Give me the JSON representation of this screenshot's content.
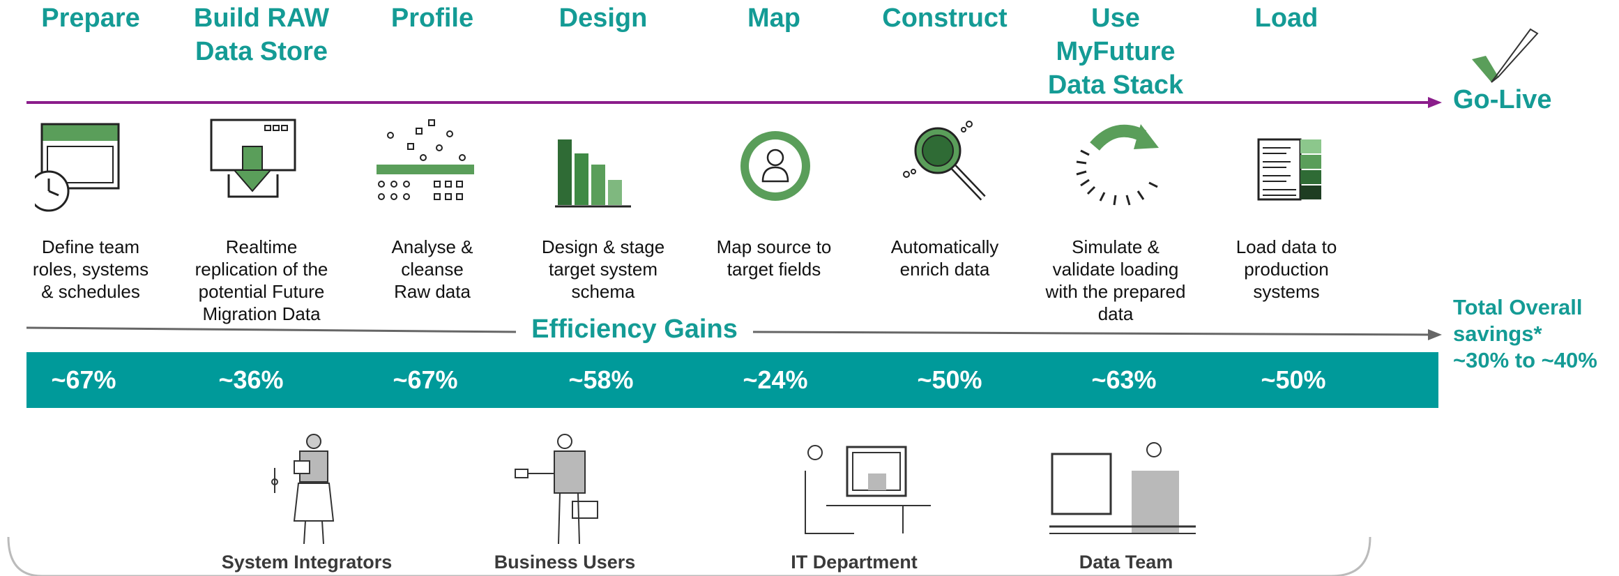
{
  "phases": [
    {
      "title": "Prepare",
      "description": "Define team\nroles, systems\n& schedules",
      "icon": "calendar-clock-icon",
      "savings": "~67%"
    },
    {
      "title": "Build RAW\nData Store",
      "description": "Realtime\nreplication of the\npotential  Future\nMigration Data",
      "icon": "download-window-icon",
      "savings": "~36%"
    },
    {
      "title": "Profile",
      "description": "Analyse &\ncleanse\nRaw data",
      "icon": "data-points-filter-icon",
      "savings": "~67%"
    },
    {
      "title": "Design",
      "description": "Design & stage\ntarget system\nschema",
      "icon": "bar-chart-icon",
      "savings": "~58%"
    },
    {
      "title": "Map",
      "description": "Map source to\ntarget fields",
      "icon": "person-circle-icon",
      "savings": "~24%"
    },
    {
      "title": "Construct",
      "description": "Automatically\nenrich data",
      "icon": "magnifier-icon",
      "savings": "~50%"
    },
    {
      "title": "Use\nMyFuture\nData Stack",
      "description": "Simulate &\nvalidate loading\nwith the prepared\ndata",
      "icon": "refresh-arrow-icon",
      "savings": "~63%"
    },
    {
      "title": "Load",
      "description": "Load data to\nproduction\nsystems",
      "icon": "load-table-icon",
      "savings": "~50%"
    }
  ],
  "go_live": "Go-Live",
  "efficiency_label": "Efficiency Gains",
  "total_savings": "Total Overall\nsavings*\n~30% to ~40%",
  "personas": [
    {
      "label": "System Integrators",
      "icon": "system-integrator-person-icon"
    },
    {
      "label": "Business Users",
      "icon": "business-user-person-icon"
    },
    {
      "label": "IT Department",
      "icon": "it-department-desk-icon"
    },
    {
      "label": "Data Team",
      "icon": "data-team-desk-icon"
    }
  ],
  "colors": {
    "teal": "#149b95",
    "band": "#009a9a",
    "purple": "#8b1d8b",
    "green": "#5a9e5a",
    "darkgreen": "#2f6b35"
  }
}
